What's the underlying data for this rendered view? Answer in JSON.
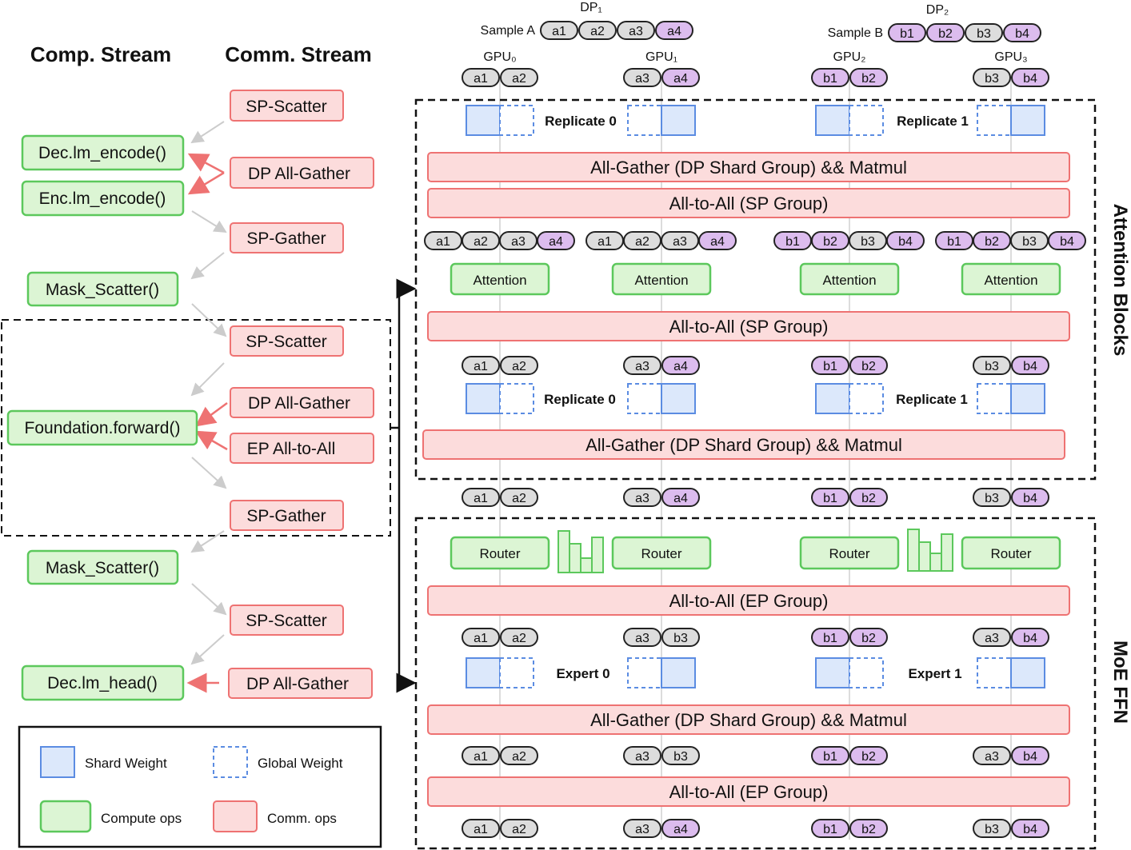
{
  "colors": {
    "compute_fill": "#dcf5d4",
    "compute_stroke": "#5cc85c",
    "comm_fill": "#fcdcdc",
    "comm_stroke": "#ee7272",
    "shard_fill": "#dce8fb",
    "shard_stroke": "#5b8ce2",
    "token_a": "#dddddd",
    "token_purple": "#dcbcee"
  },
  "left": {
    "comp_header": "Comp. Stream",
    "comm_header": "Comm. Stream",
    "compute": {
      "dec_lm_encode": "Dec.lm_encode()",
      "enc_lm_encode": "Enc.lm_encode()",
      "mask_scatter_1": "Mask_Scatter()",
      "foundation_forward": "Foundation.forward()",
      "mask_scatter_2": "Mask_Scatter()",
      "dec_lm_head": "Dec.lm_head()"
    },
    "comm": {
      "sp_scatter_1": "SP-Scatter",
      "dp_all_gather_1": "DP All-Gather",
      "sp_gather_1": "SP-Gather",
      "sp_scatter_2": "SP-Scatter",
      "dp_all_gather_2": "DP All-Gather",
      "ep_all_to_all": "EP All-to-All",
      "sp_gather_2": "SP-Gather",
      "sp_scatter_3": "SP-Scatter",
      "dp_all_gather_3": "DP All-Gather"
    }
  },
  "legend": {
    "shard_weight": "Shard Weight",
    "global_weight": "Global Weight",
    "compute_ops": "Compute ops",
    "comm_ops": "Comm. ops"
  },
  "top": {
    "dp1": "DP₁",
    "dp2": "DP₂",
    "sample_a": "Sample A",
    "sample_b": "Sample B",
    "sample_a_tokens": [
      "a1",
      "a2",
      "a3",
      "a4"
    ],
    "sample_b_tokens": [
      "b1",
      "b2",
      "b3",
      "b4"
    ],
    "gpus": [
      "GPU₀",
      "GPU₁",
      "GPU₂",
      "GPU₃"
    ]
  },
  "attention": {
    "side_label": "Attention Blocks",
    "replicate_0": "Replicate 0",
    "replicate_1": "Replicate 1",
    "all_gather_1": "All-Gather (DP Shard Group) && Matmul",
    "all_to_all_sp_1": "All-to-All (SP Group)",
    "attention_label": "Attention",
    "all_to_all_sp_2": "All-to-All (SP Group)",
    "all_gather_2": "All-Gather (DP Shard Group) && Matmul"
  },
  "moe": {
    "side_label": "MoE FFN",
    "router_label": "Router",
    "all_to_all_ep_1": "All-to-All (EP Group)",
    "expert_0": "Expert 0",
    "expert_1": "Expert 1",
    "all_gather": "All-Gather (DP Shard Group) && Matmul",
    "all_to_all_ep_2": "All-to-All (EP Group)"
  },
  "token_rows": {
    "gpu_input": [
      [
        "a1",
        "a2"
      ],
      [
        "a3",
        "a4"
      ],
      [
        "b1",
        "b2"
      ],
      [
        "b3",
        "b4"
      ]
    ],
    "attn_full": [
      [
        "a1",
        "a2",
        "a3",
        "a4"
      ],
      [
        "a1",
        "a2",
        "a3",
        "a4"
      ],
      [
        "b1",
        "b2",
        "b3",
        "b4"
      ],
      [
        "b1",
        "b2",
        "b3",
        "b4"
      ]
    ],
    "attn_split": [
      [
        "a1",
        "a2"
      ],
      [
        "a3",
        "a4"
      ],
      [
        "b1",
        "b2"
      ],
      [
        "b3",
        "b4"
      ]
    ],
    "between": [
      [
        "a1",
        "a2"
      ],
      [
        "a3",
        "a4"
      ],
      [
        "b1",
        "b2"
      ],
      [
        "b3",
        "b4"
      ]
    ],
    "moe_dispatch_1": [
      [
        "a1",
        "a2"
      ],
      [
        "a3",
        "b3"
      ],
      [
        "b1",
        "b2"
      ],
      [
        "a3",
        "b4"
      ]
    ],
    "moe_dispatch_2": [
      [
        "a1",
        "a2"
      ],
      [
        "a3",
        "b3"
      ],
      [
        "b1",
        "b2"
      ],
      [
        "a3",
        "b4"
      ]
    ],
    "moe_out": [
      [
        "a1",
        "a2"
      ],
      [
        "a3",
        "a4"
      ],
      [
        "b1",
        "b2"
      ],
      [
        "b3",
        "b4"
      ]
    ]
  }
}
